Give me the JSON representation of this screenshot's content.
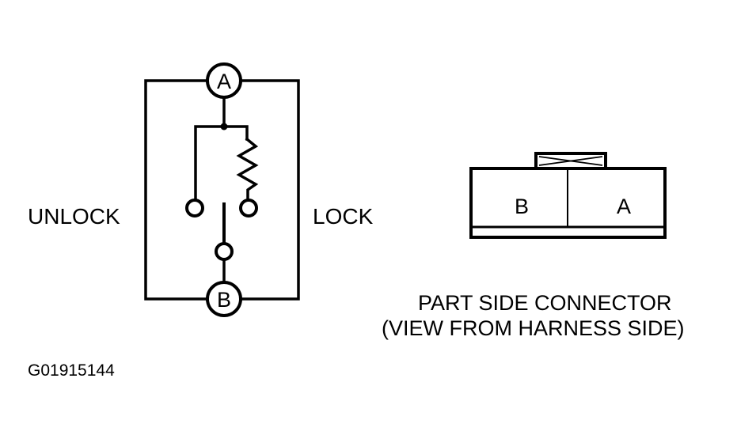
{
  "schematic": {
    "terminal_top": "A",
    "terminal_bottom": "B",
    "left_label": "UNLOCK",
    "right_label": "LOCK"
  },
  "connector": {
    "cavity_left": "B",
    "cavity_right": "A",
    "caption_line1": "PART SIDE CONNECTOR",
    "caption_line2": "(VIEW FROM HARNESS SIDE)"
  },
  "figure_id": "G01915144"
}
